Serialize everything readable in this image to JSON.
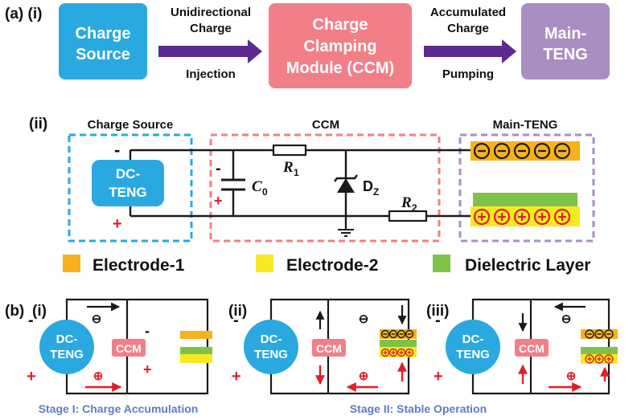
{
  "colors": {
    "charge_source": "#2aa9e0",
    "ccm": "#f27f87",
    "main_teng": "#a98fc1",
    "arrow": "#5e2a91",
    "electrode1": "#f6b21a",
    "electrode2": "#f7ea22",
    "dielectric": "#7ec24a",
    "dash_blue": "#2aa9e0",
    "dash_red": "#f27f87",
    "dash_purple": "#a98fc1",
    "wire": "#1a1a1a",
    "red": "#e21e26",
    "stage_text": "#5a7ec2"
  },
  "panel_a": {
    "label": "(a) (i)",
    "charge_source": [
      "Charge",
      "Source"
    ],
    "arrow1_top": [
      "Unidirectional",
      "Charge"
    ],
    "arrow1_bottom": "Injection",
    "ccm": [
      "Charge",
      "Clamping",
      "Module (CCM)"
    ],
    "arrow2_top": [
      "Accumulated",
      "Charge"
    ],
    "arrow2_bottom": "Pumping",
    "main_teng": [
      "Main-",
      "TENG"
    ]
  },
  "panel_a2": {
    "label": "(ii)",
    "charge_source_title": "Charge Source",
    "ccm_title": "CCM",
    "main_teng_title": "Main-TENG",
    "dcteng": [
      "DC-",
      "TENG"
    ],
    "c0": "C",
    "c0_sub": "0",
    "r1": "R",
    "r1_sub": "1",
    "dz": "D",
    "dz_sub": "Z",
    "r2": "R",
    "r2_sub": "2",
    "minus": "-",
    "plus": "+",
    "neg_charge": "⊖",
    "pos_charge": "⊕"
  },
  "legend": {
    "electrode1": "Electrode-1",
    "electrode2": "Electrode-2",
    "dielectric": "Dielectric Layer"
  },
  "panel_b": {
    "label_b": "(b)",
    "label_i": "(i)",
    "label_ii": "(ii)",
    "label_iii": "(iii)",
    "dcteng": [
      "DC-",
      "TENG"
    ],
    "ccm": "CCM",
    "stage1": "Stage I: Charge Accumulation",
    "stage2": "Stage II: Stable Operation"
  }
}
